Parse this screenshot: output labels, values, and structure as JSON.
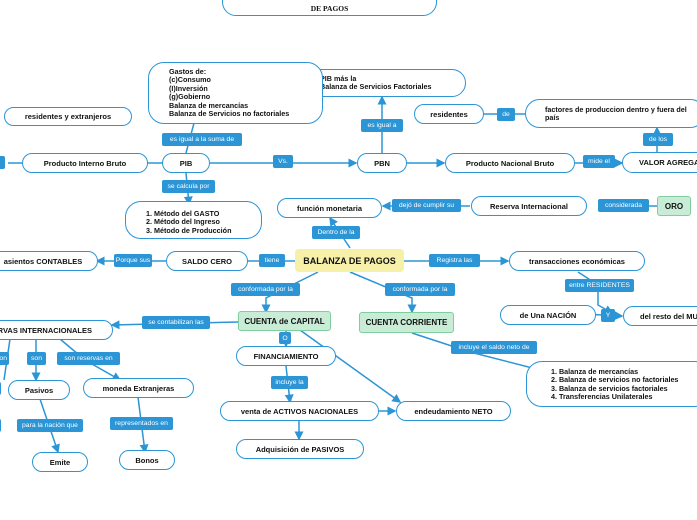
{
  "diagram": {
    "title": "DE PAGOS",
    "nodes": {
      "pib_mas": [
        "PIB más la",
        "Balanza de Servicios Factoriales"
      ],
      "gastos": [
        "Gastos de:",
        "(c)Consumo",
        "(I)Inversión",
        "(g)Gobierno",
        "Balanza de mercancías",
        "Balanza de Servicios no factoriales"
      ],
      "residentes_extranjeros": "residentes y extranjeros",
      "residentes": "residentes",
      "factores": [
        "factores de produccion dentro y fuera del",
        "país"
      ],
      "pib_full": "Producto Interno Bruto",
      "pib": "PIB",
      "pbn": "PBN",
      "pnb_full": "Producto Nacional  Bruto",
      "valor_agregado": "VALOR AGREGADO",
      "metodos": [
        "1. Método del GASTO",
        "2. Método del Ingreso",
        "3. Método de Producción"
      ],
      "funcion_monetaria": "función monetaria",
      "reserva_int": "Reserva Internacional",
      "oro": "ORO",
      "asientos": "asientos CONTABLES",
      "saldo_cero": "SALDO CERO",
      "balanza_pagos": "BALANZA DE PAGOS",
      "transacciones": "transacciones económicas",
      "de_una_nacion": "de Una NACIÓN",
      "resto_mundo": "del resto del MUNDO",
      "reservas_int": "RESERVAS INTERNACIONALES",
      "cuenta_capital": "CUENTA de CAPITAL",
      "cuenta_corriente": "CUENTA CORRIENTE",
      "financiamiento": "FINANCIAMIENTO",
      "pasivos": "Pasivos",
      "moneda_ext": "moneda Extranjeras",
      "venta_activos": "venta de ACTIVOS NACIONALES",
      "endeudamiento": "endeudamiento NETO",
      "adquisicion": "Adquisición de PASIVOS",
      "emite": "Emite",
      "bonos": "Bonos",
      "balanzas_list": [
        "1. Balanza de mercancías",
        "2. Balanza de servicios no factoriales",
        "3. Balanza de servicios factoriales",
        "4. Transferencias Unilaterales"
      ]
    },
    "labels": {
      "es_igual_suma": "es igual a la suma de",
      "es_igual_a": "es igual a",
      "de": "de",
      "de_los": "de los",
      "vs": "Vs.",
      "mide_el": "mide el",
      "se_calcula_por": "se calcula por",
      "dejo_de_cumplir": "dejó de cumplir su",
      "considerada": "considerada",
      "dentro_de_la": "Dentro de la",
      "porque_sus": "Porque sus",
      "tiene": "tiene",
      "registra_las": "Registra las",
      "entre_residentes": "entre RESIDENTES",
      "y": "Y",
      "conformada_por_la_1": "conformada por la",
      "conformada_por_la_2": "conformada por la",
      "se_contabilizan_las": "se contabilizan las",
      "o": "O",
      "incluye_la": "incluye la",
      "incluye_saldo_neto": "incluye el saldo neto de",
      "son_reservas_en": "son reservas en",
      "son": "son",
      "son_partial": "son",
      "representados_en": "representados en",
      "para_la_nacion": "para la nación que"
    }
  }
}
